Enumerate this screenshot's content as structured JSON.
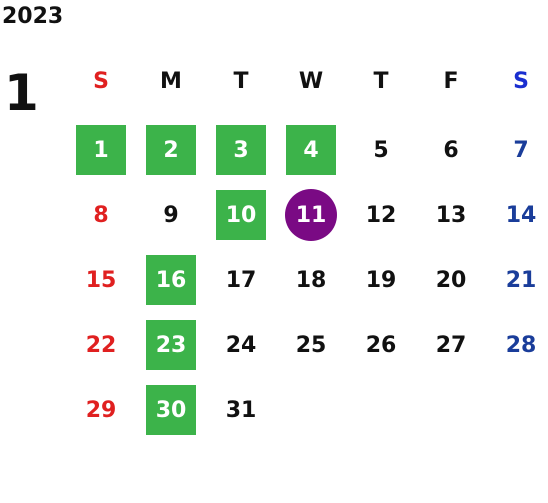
{
  "calendar": {
    "year": "2023",
    "month": "1",
    "weekdays": [
      {
        "label": "S",
        "color": "#e02020"
      },
      {
        "label": "M",
        "color": "#111111"
      },
      {
        "label": "T",
        "color": "#111111"
      },
      {
        "label": "W",
        "color": "#111111"
      },
      {
        "label": "T",
        "color": "#111111"
      },
      {
        "label": "F",
        "color": "#111111"
      },
      {
        "label": "S",
        "color": "#1a2ed0"
      }
    ],
    "weeks": [
      [
        {
          "day": "1",
          "style": "green"
        },
        {
          "day": "2",
          "style": "green"
        },
        {
          "day": "3",
          "style": "green"
        },
        {
          "day": "4",
          "style": "green"
        },
        {
          "day": "5",
          "style": "plain"
        },
        {
          "day": "6",
          "style": "plain"
        },
        {
          "day": "7",
          "style": "plain"
        }
      ],
      [
        {
          "day": "8",
          "style": "plain"
        },
        {
          "day": "9",
          "style": "plain"
        },
        {
          "day": "10",
          "style": "green"
        },
        {
          "day": "11",
          "style": "today"
        },
        {
          "day": "12",
          "style": "plain"
        },
        {
          "day": "13",
          "style": "plain"
        },
        {
          "day": "14",
          "style": "plain"
        }
      ],
      [
        {
          "day": "15",
          "style": "plain"
        },
        {
          "day": "16",
          "style": "green"
        },
        {
          "day": "17",
          "style": "plain"
        },
        {
          "day": "18",
          "style": "plain"
        },
        {
          "day": "19",
          "style": "plain"
        },
        {
          "day": "20",
          "style": "plain"
        },
        {
          "day": "21",
          "style": "plain"
        }
      ],
      [
        {
          "day": "22",
          "style": "plain"
        },
        {
          "day": "23",
          "style": "green"
        },
        {
          "day": "24",
          "style": "plain"
        },
        {
          "day": "25",
          "style": "plain"
        },
        {
          "day": "26",
          "style": "plain"
        },
        {
          "day": "27",
          "style": "plain"
        },
        {
          "day": "28",
          "style": "plain"
        }
      ],
      [
        {
          "day": "29",
          "style": "plain"
        },
        {
          "day": "30",
          "style": "green"
        },
        {
          "day": "31",
          "style": "plain"
        }
      ]
    ],
    "colors": {
      "sunday": "#e02020",
      "saturday": "#1a3d9a",
      "weekday": "#111111",
      "highlight": "#3cb34a",
      "today": "#7a0a84"
    }
  }
}
